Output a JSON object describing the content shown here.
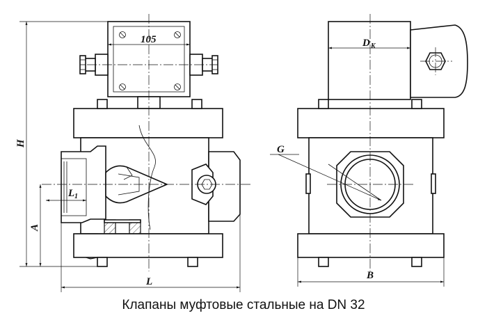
{
  "caption": "Клапаны муфтовые стальные на DN 32",
  "dimensions": {
    "dim_105": "105",
    "dim_H": "H",
    "dim_A": "A",
    "dim_L": "L",
    "dim_L1_main": "L",
    "dim_L1_sub": "1",
    "dim_Dk_main": "D",
    "dim_Dk_sub": "K",
    "dim_G": "G",
    "dim_B": "B"
  }
}
